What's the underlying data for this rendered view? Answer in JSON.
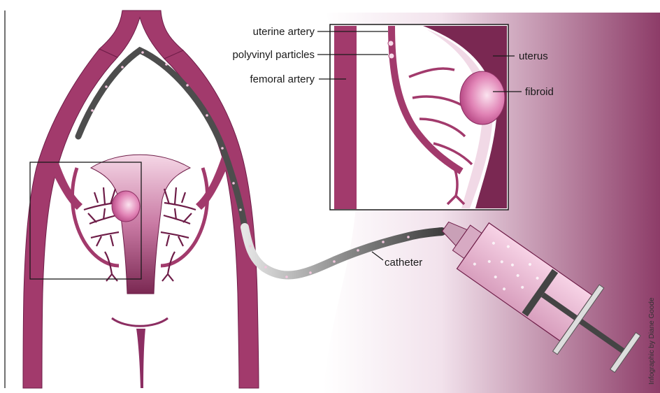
{
  "labels": {
    "uterine_artery": "uterine artery",
    "polyvinyl_particles": "polyvinyl particles",
    "femoral_artery": "femoral artery",
    "uterus": "uterus",
    "fibroid": "fibroid",
    "catheter": "catheter"
  },
  "credit": "Infographic by Diane Goode",
  "colors": {
    "vessel": "#a23a6c",
    "vessel_dark": "#6e1d48",
    "fibroid": "#d96aa6",
    "fibroid_light": "#f3c6de",
    "catheter_dark": "#555555",
    "background_mauve": "#8d3c68",
    "line": "#1a1a1a"
  }
}
